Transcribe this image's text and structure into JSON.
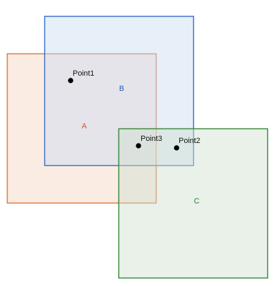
{
  "regions": {
    "a": {
      "label": "A",
      "stroke": "#e07a3f",
      "fill": "#f7d9c7",
      "fill_opacity": 0.5,
      "label_color": "#d0572a"
    },
    "b": {
      "label": "B",
      "stroke": "#3a73c4",
      "fill": "#c9dbf1",
      "fill_opacity": 0.45,
      "label_color": "#2f5fb0"
    },
    "c": {
      "label": "C",
      "stroke": "#3c8a3c",
      "fill": "#cfe1cf",
      "fill_opacity": 0.45,
      "label_color": "#2f7a2f"
    }
  },
  "points": [
    {
      "label": "Point1"
    },
    {
      "label": "Point3"
    },
    {
      "label": "Point2"
    }
  ],
  "point_color": "#000000"
}
